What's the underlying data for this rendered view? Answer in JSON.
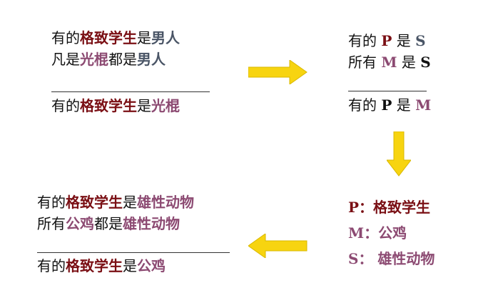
{
  "syllogism_cn": {
    "major": [
      "有的",
      "格致学生",
      "是",
      "男人"
    ],
    "minor": [
      "凡是",
      "光棍",
      "都是",
      "男人"
    ],
    "conclusion": [
      "有的",
      "格致学生",
      "是",
      "光棍"
    ]
  },
  "form": {
    "major": [
      "有的 ",
      "P",
      " 是 ",
      "S"
    ],
    "minor": [
      "所有 ",
      "M",
      " 是 ",
      "S"
    ],
    "conclusion": [
      "有的 ",
      "P",
      " 是 ",
      "M"
    ]
  },
  "terms": {
    "p": [
      "P：",
      "格致学生"
    ],
    "m": [
      "M：",
      "公鸡"
    ],
    "s": [
      "S：",
      " 雄性动物"
    ]
  },
  "example": {
    "major": [
      "有的",
      "格致学生",
      "是",
      "雄性动物"
    ],
    "minor": [
      "所有",
      "公鸡",
      "都是",
      "雄性动物"
    ],
    "conclusion": [
      "有的",
      "格致学生",
      "是",
      "公鸡"
    ]
  },
  "colors": {
    "maroon": "#7a0f14",
    "slate": "#4a5566",
    "plum": "#8c4a72",
    "arrow": "#f7d410"
  }
}
